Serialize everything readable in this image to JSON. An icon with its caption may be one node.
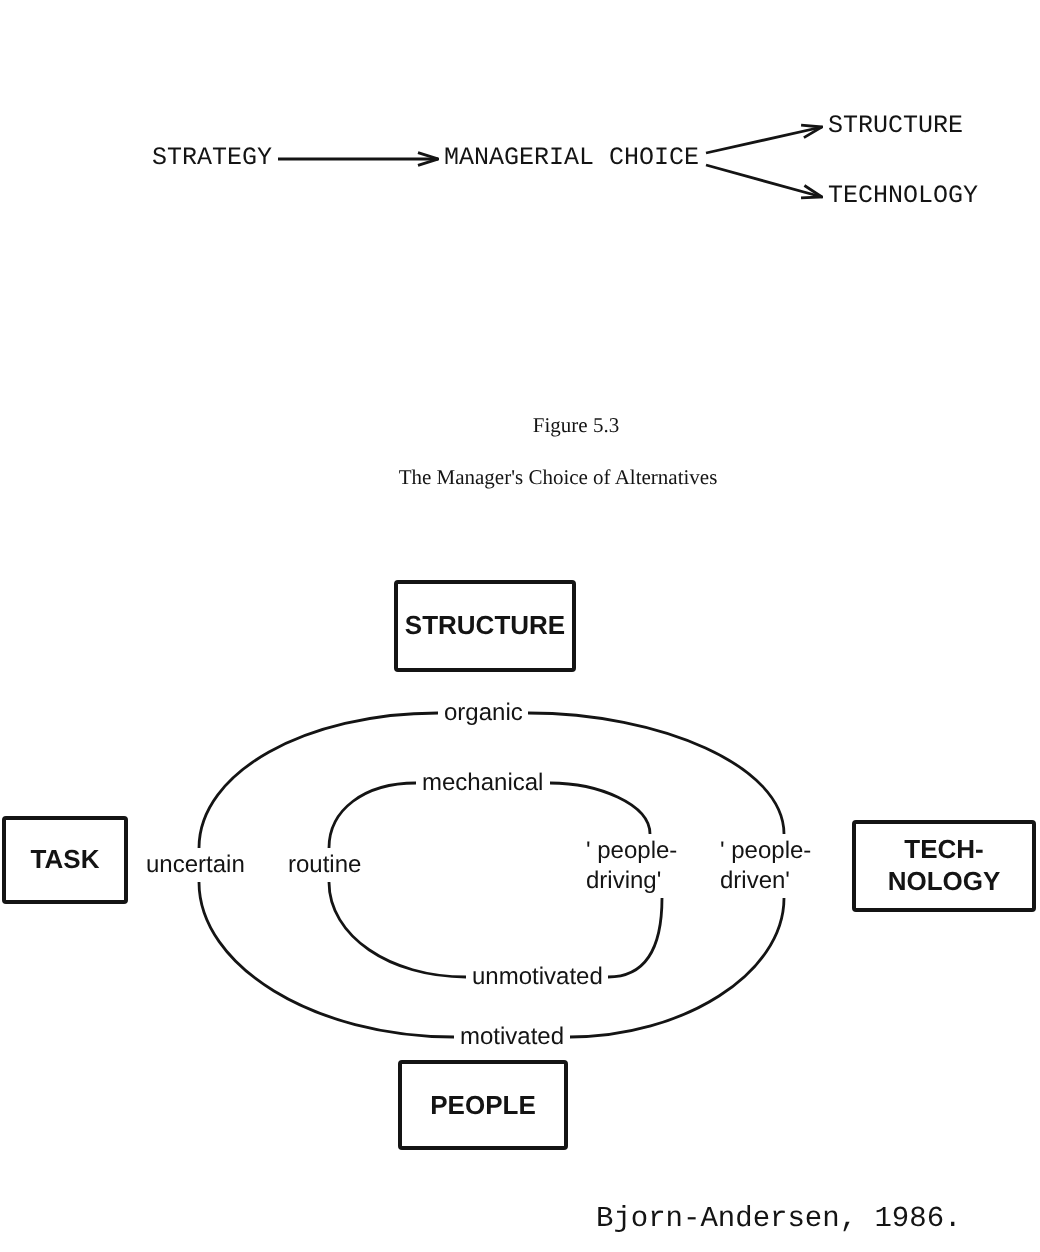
{
  "diagram": {
    "nodes": [
      {
        "text": [
          "STRATEGY"
        ]
      },
      {
        "text": [
          "MANAGERIAL CHOICE"
        ]
      },
      {
        "text": [
          "STRUCTURE"
        ]
      },
      {
        "text": [
          "TECHNOLOGY"
        ]
      },
      {
        "text": [
          "STRUCTURE"
        ]
      },
      {
        "text": [
          "organic"
        ]
      },
      {
        "text": [
          "mechanical"
        ]
      },
      {
        "text": [
          "TASK"
        ]
      },
      {
        "text": [
          "uncertain"
        ]
      },
      {
        "text": [
          "routine"
        ]
      },
      {
        "text": [
          "' people- driving'"
        ]
      },
      {
        "text": [
          "' people- driven'"
        ]
      },
      {
        "text": [
          "TECH- NOLOGY"
        ]
      },
      {
        "text": [
          "unmotivated"
        ]
      },
      {
        "text": [
          "motivated"
        ]
      },
      {
        "text": [
          "PEOPLE"
        ]
      }
    ],
    "edges": [
      {
        "from": 0,
        "to": 1,
        "arrow": "to"
      },
      {
        "from": 1,
        "to": 2,
        "arrow": "to"
      },
      {
        "from": 1,
        "to": 3,
        "arrow": "to"
      },
      {
        "from": 8,
        "to": 5,
        "arrow": "none"
      },
      {
        "from": 5,
        "to": 11,
        "arrow": "none"
      },
      {
        "from": 11,
        "to": 14,
        "arrow": "none"
      },
      {
        "from": 14,
        "to": 8,
        "arrow": "none"
      },
      {
        "from": 9,
        "to": 6,
        "arrow": "none"
      },
      {
        "from": 6,
        "to": 10,
        "arrow": "none"
      },
      {
        "from": 10,
        "to": 13,
        "arrow": "none"
      },
      {
        "from": 13,
        "to": 9,
        "arrow": "none"
      }
    ],
    "labels": [
      "Figure 5.3",
      "The Manager's Choice of Alternatives",
      "Bjorn-Andersen, 1986."
    ]
  }
}
